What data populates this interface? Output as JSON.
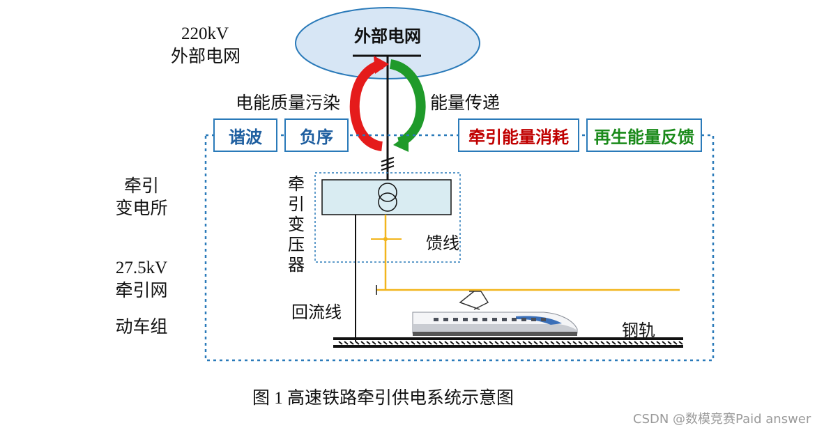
{
  "grid": {
    "voltage": "220kV",
    "label": "外部电网",
    "ellipse_label": "外部电网"
  },
  "flows": {
    "pollution": "电能质量污染",
    "energy": "能量传递"
  },
  "boxes": {
    "harmonic": "谐波",
    "negative_seq": "负序",
    "consumption": "牵引能量消耗",
    "regen": "再生能量反馈"
  },
  "left_labels": {
    "substation_line1": "牵引",
    "substation_line2": "变电所",
    "net_voltage": "27.5kV",
    "net_label": "牵引网",
    "emu": "动车组"
  },
  "transformer_label_chars": [
    "牵",
    "引",
    "变",
    "压",
    "器"
  ],
  "feeder": "馈线",
  "return_line": "回流线",
  "rail": "钢轨",
  "caption": "图 1  高速铁路牵引供电系统示意图",
  "watermark": "CSDN @数模竞赛Paid answer",
  "colors": {
    "box_border": "#2a7ab9",
    "harmonic_text": "#1f5fa0",
    "consumption_text": "#c00000",
    "regen_text": "#1a8a1a",
    "ellipse_fill": "#d7e6f5",
    "feeder_line": "#f2b51c",
    "transformer_fill": "#d9ecf2"
  }
}
